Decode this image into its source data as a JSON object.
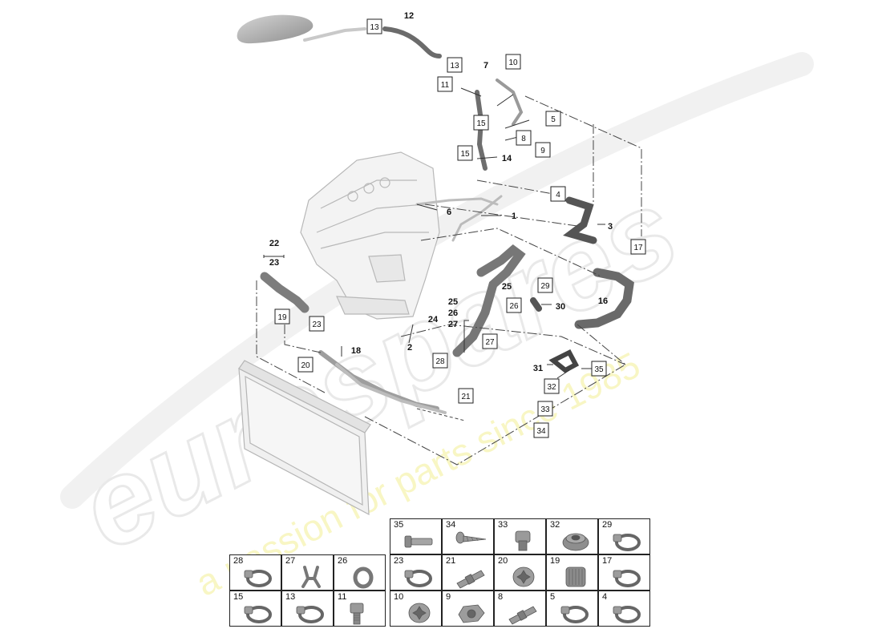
{
  "watermark": {
    "brand": "eurospares",
    "tagline": "a passion for parts since 1985"
  },
  "callouts_boxed": [
    {
      "id": "13",
      "label": "13"
    },
    {
      "id": "13b",
      "label": "13"
    },
    {
      "id": "10",
      "label": "10"
    },
    {
      "id": "11",
      "label": "11"
    },
    {
      "id": "5",
      "label": "5"
    },
    {
      "id": "15",
      "label": "15"
    },
    {
      "id": "8",
      "label": "8"
    },
    {
      "id": "9",
      "label": "9"
    },
    {
      "id": "15b",
      "label": "15"
    },
    {
      "id": "4",
      "label": "4"
    },
    {
      "id": "17",
      "label": "17"
    },
    {
      "id": "29",
      "label": "29"
    },
    {
      "id": "26",
      "label": "26"
    },
    {
      "id": "19",
      "label": "19"
    },
    {
      "id": "23",
      "label": "23"
    },
    {
      "id": "27",
      "label": "27"
    },
    {
      "id": "20",
      "label": "20"
    },
    {
      "id": "28",
      "label": "28"
    },
    {
      "id": "35",
      "label": "35"
    },
    {
      "id": "32",
      "label": "32"
    },
    {
      "id": "21",
      "label": "21"
    },
    {
      "id": "33",
      "label": "33"
    },
    {
      "id": "34",
      "label": "34"
    }
  ],
  "callouts_bold": [
    {
      "id": "12",
      "label": "12"
    },
    {
      "id": "7",
      "label": "7"
    },
    {
      "id": "14",
      "label": "14"
    },
    {
      "id": "6",
      "label": "6"
    },
    {
      "id": "1",
      "label": "1"
    },
    {
      "id": "3",
      "label": "3"
    },
    {
      "id": "22",
      "label": "22"
    },
    {
      "id": "23u",
      "label": "23"
    },
    {
      "id": "25",
      "label": "25"
    },
    {
      "id": "30",
      "label": "30"
    },
    {
      "id": "16",
      "label": "16"
    },
    {
      "id": "25b",
      "label": "25"
    },
    {
      "id": "26b",
      "label": "26"
    },
    {
      "id": "24",
      "label": "24"
    },
    {
      "id": "27b",
      "label": "27"
    },
    {
      "id": "2",
      "label": "2"
    },
    {
      "id": "18",
      "label": "18"
    },
    {
      "id": "31",
      "label": "31"
    }
  ],
  "parts_grid": [
    {
      "num": "35",
      "icon": "bolt-flange-icon"
    },
    {
      "num": "34",
      "icon": "screw-icon"
    },
    {
      "num": "33",
      "icon": "nut-icon"
    },
    {
      "num": "32",
      "icon": "grommet-icon"
    },
    {
      "num": "29",
      "icon": "hose-clamp-icon"
    },
    {
      "num": "28",
      "icon": "hose-clamp-icon"
    },
    {
      "num": "27",
      "icon": "spring-clip-icon"
    },
    {
      "num": "26",
      "icon": "seal-ring-icon"
    },
    {
      "num": "23",
      "icon": "hose-clamp-icon"
    },
    {
      "num": "21",
      "icon": "stud-icon"
    },
    {
      "num": "20",
      "icon": "torx-bolt-icon"
    },
    {
      "num": "19",
      "icon": "ribbed-sleeve-icon"
    },
    {
      "num": "17",
      "icon": "hose-clamp-icon"
    },
    {
      "num": "15",
      "icon": "hose-clamp-icon"
    },
    {
      "num": "13",
      "icon": "hose-clamp-icon"
    },
    {
      "num": "11",
      "icon": "threaded-bolt-icon"
    },
    {
      "num": "10",
      "icon": "torx-bolt-icon"
    },
    {
      "num": "9",
      "icon": "hex-nut-icon"
    },
    {
      "num": "8",
      "icon": "stud-icon"
    },
    {
      "num": "5",
      "icon": "hose-clamp-icon"
    },
    {
      "num": "4",
      "icon": "hose-clamp-icon"
    }
  ]
}
